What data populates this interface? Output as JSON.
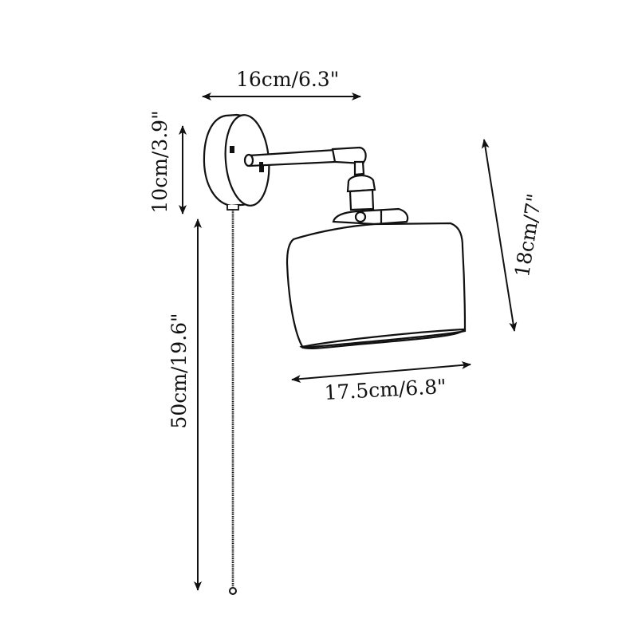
{
  "diagram": {
    "subject": "Wall sconce lamp with pull chain - dimension drawing",
    "colors": {
      "background": "#ffffff",
      "line": "#111111"
    },
    "dimensions": {
      "arm_length": {
        "label": "16cm/6.3\"",
        "orientation": "horizontal"
      },
      "backplate_height": {
        "label": "10cm/3.9\"",
        "orientation": "vertical"
      },
      "chain_length": {
        "label": "50cm/19.6\"",
        "orientation": "vertical"
      },
      "shade_height": {
        "label": "18cm/7\"",
        "orientation": "vertical-tilted"
      },
      "shade_width": {
        "label": "17.5cm/6.8\"",
        "orientation": "horizontal-tilted"
      }
    },
    "parts": [
      "backplate",
      "arm",
      "lamp-socket",
      "shade",
      "pull-chain"
    ]
  }
}
